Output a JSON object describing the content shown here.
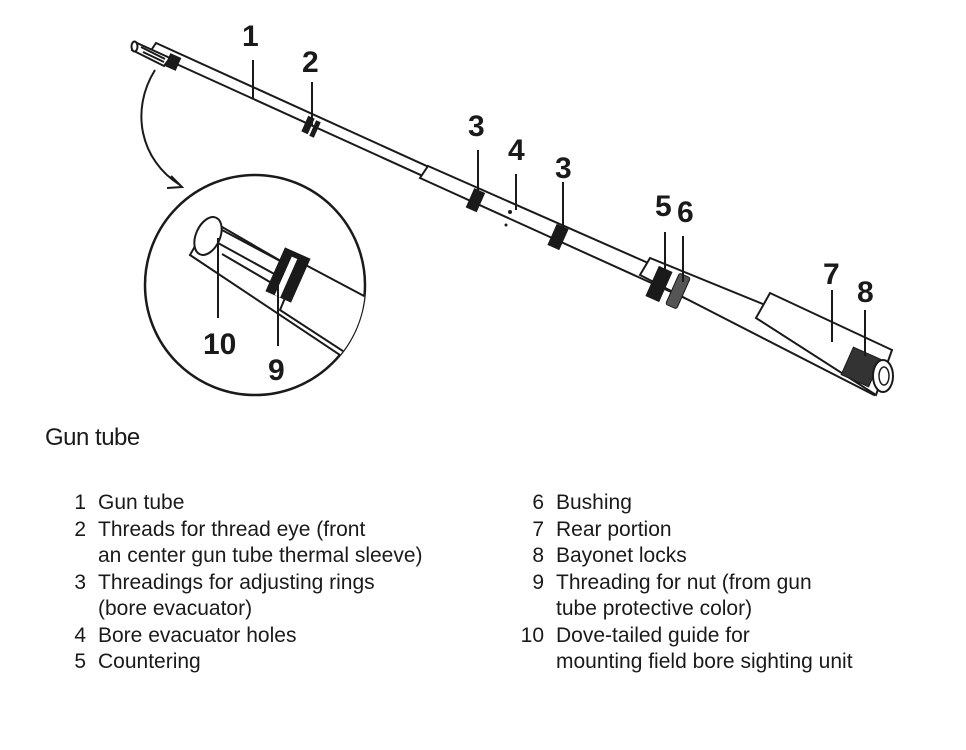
{
  "caption": "Gun tube",
  "callouts": {
    "c1": "1",
    "c2": "2",
    "c3a": "3",
    "c4": "4",
    "c3b": "3",
    "c5": "5",
    "c6": "6",
    "c7": "7",
    "c8": "8",
    "c9": "9",
    "c10": "10"
  },
  "legend": {
    "left": [
      {
        "num": "1",
        "text": "Gun tube"
      },
      {
        "num": "2",
        "text": "Threads for thread eye (front\nan center gun tube thermal sleeve)"
      },
      {
        "num": "3",
        "text": "Threadings for adjusting rings\n(bore  evacuator)"
      },
      {
        "num": "4",
        "text": "Bore evacuator holes"
      },
      {
        "num": "5",
        "text": "Countering"
      }
    ],
    "right": [
      {
        "num": "6",
        "text": "Bushing"
      },
      {
        "num": "7",
        "text": "Rear portion"
      },
      {
        "num": "8",
        "text": "Bayonet  locks"
      },
      {
        "num": "9",
        "text": "Threading for nut (from gun\ntube protective color)"
      },
      {
        "num": "10",
        "text": "Dove-tailed guide for\nmounting field bore sighting unit"
      }
    ]
  }
}
